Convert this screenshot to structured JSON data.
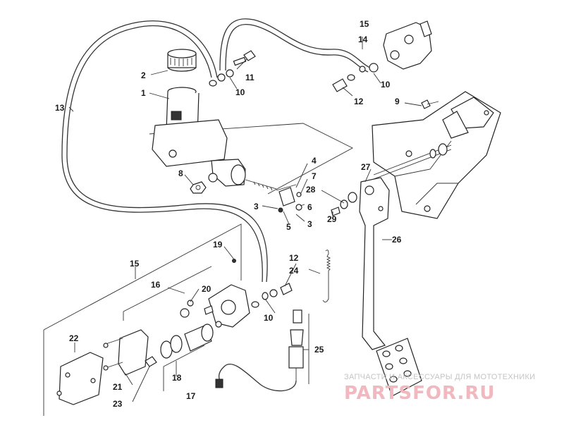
{
  "callouts": {
    "c1": "1",
    "c2": "2",
    "c3a": "3",
    "c3b": "3",
    "c4": "4",
    "c5": "5",
    "c6": "6",
    "c7": "7",
    "c8": "8",
    "c9": "9",
    "c10a": "10",
    "c10b": "10",
    "c10c": "10",
    "c11": "11",
    "c12a": "12",
    "c12b": "12",
    "c13": "13",
    "c14": "14",
    "c15a": "15",
    "c15b": "15",
    "c16": "16",
    "c17": "17",
    "c18": "18",
    "c19": "19",
    "c20": "20",
    "c21": "21",
    "c22": "22",
    "c23": "23",
    "c24": "24",
    "c25": "25",
    "c26": "26",
    "c27": "27",
    "c28": "28",
    "c29": "29"
  },
  "watermark": {
    "tagline": "ЗАПЧАСТИ И АКСЕССУАРЫ ДЛЯ МОТОТЕХНИКИ",
    "logo": "PARTSFOR.RU"
  }
}
